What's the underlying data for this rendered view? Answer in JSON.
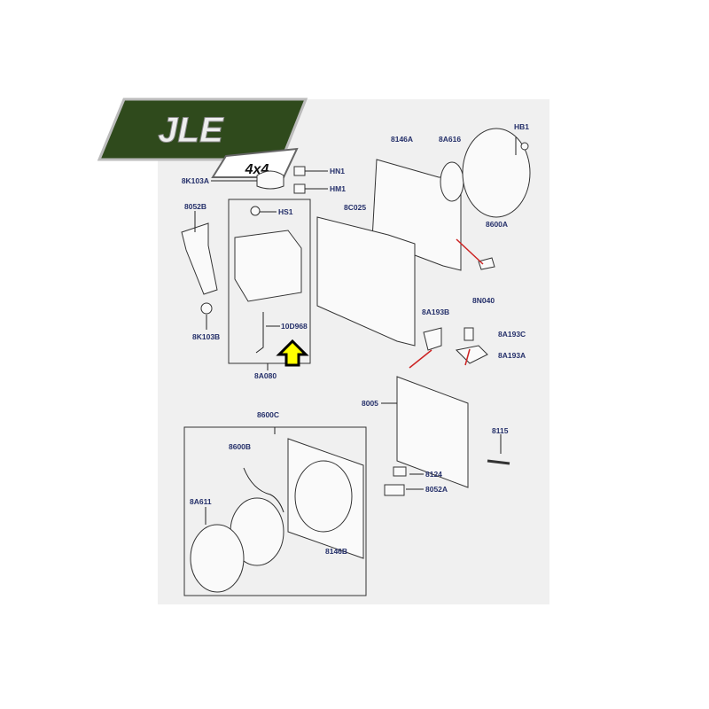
{
  "logo": {
    "brand": "JLE",
    "sub": "4x4"
  },
  "colors": {
    "label": "#25306a",
    "logo_green": "#2f4a1c",
    "arrow_fill": "#ffff00",
    "callout_red": "#cc2222",
    "background": "#f0f0f0"
  },
  "labels": {
    "p8K103A": "8K103A",
    "pHN1": "HN1",
    "pHM1": "HM1",
    "p8052B": "8052B",
    "pHS1": "HS1",
    "p8K103B": "8K103B",
    "p10D968": "10D968",
    "p8A080": "8A080",
    "p8C025": "8C025",
    "p8146A": "8146A",
    "p8A616": "8A616",
    "pHB1": "HB1",
    "p8600A": "8600A",
    "p8N040": "8N040",
    "p8A193B": "8A193B",
    "p8A193C": "8A193C",
    "p8A193A": "8A193A",
    "p8005": "8005",
    "p8115": "8115",
    "p8124": "8124",
    "p8052A": "8052A",
    "p8600C": "8600C",
    "p8600B": "8600B",
    "p8A611": "8A611",
    "p8146B": "8146B"
  }
}
